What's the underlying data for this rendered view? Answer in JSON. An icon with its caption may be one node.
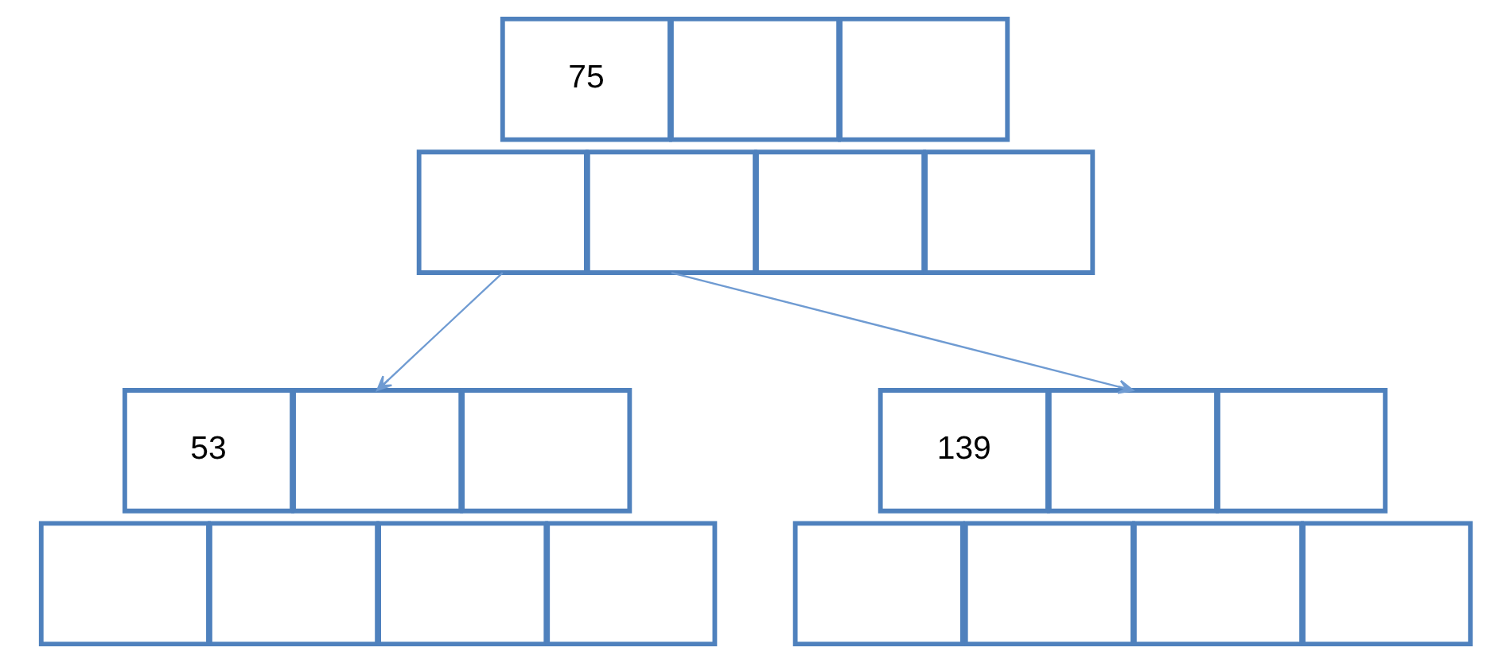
{
  "diagram": {
    "nodes": [
      {
        "text": [
          "75"
        ]
      },
      {
        "text": [],
        "shape": "box"
      },
      {
        "text": [],
        "shape": "box"
      },
      {
        "text": [],
        "shape": "box"
      },
      {
        "text": [],
        "shape": "box"
      },
      {
        "text": [],
        "shape": "box"
      },
      {
        "text": [],
        "shape": "box"
      },
      {
        "text": [
          "53"
        ]
      },
      {
        "text": [],
        "shape": "box"
      },
      {
        "text": [],
        "shape": "box"
      },
      {
        "text": [
          "139"
        ]
      },
      {
        "text": [],
        "shape": "box"
      },
      {
        "text": [],
        "shape": "box"
      },
      {
        "text": [],
        "shape": "box"
      },
      {
        "text": [],
        "shape": "box"
      },
      {
        "text": [],
        "shape": "box"
      },
      {
        "text": [],
        "shape": "box"
      },
      {
        "text": [],
        "shape": "box"
      },
      {
        "text": [],
        "shape": "box"
      },
      {
        "text": [],
        "shape": "box"
      },
      {
        "text": [],
        "shape": "box"
      }
    ],
    "edges": [
      {
        "from": 3,
        "to": 8,
        "arrow": "to"
      },
      {
        "from": 4,
        "to": 11,
        "arrow": "to"
      }
    ]
  }
}
